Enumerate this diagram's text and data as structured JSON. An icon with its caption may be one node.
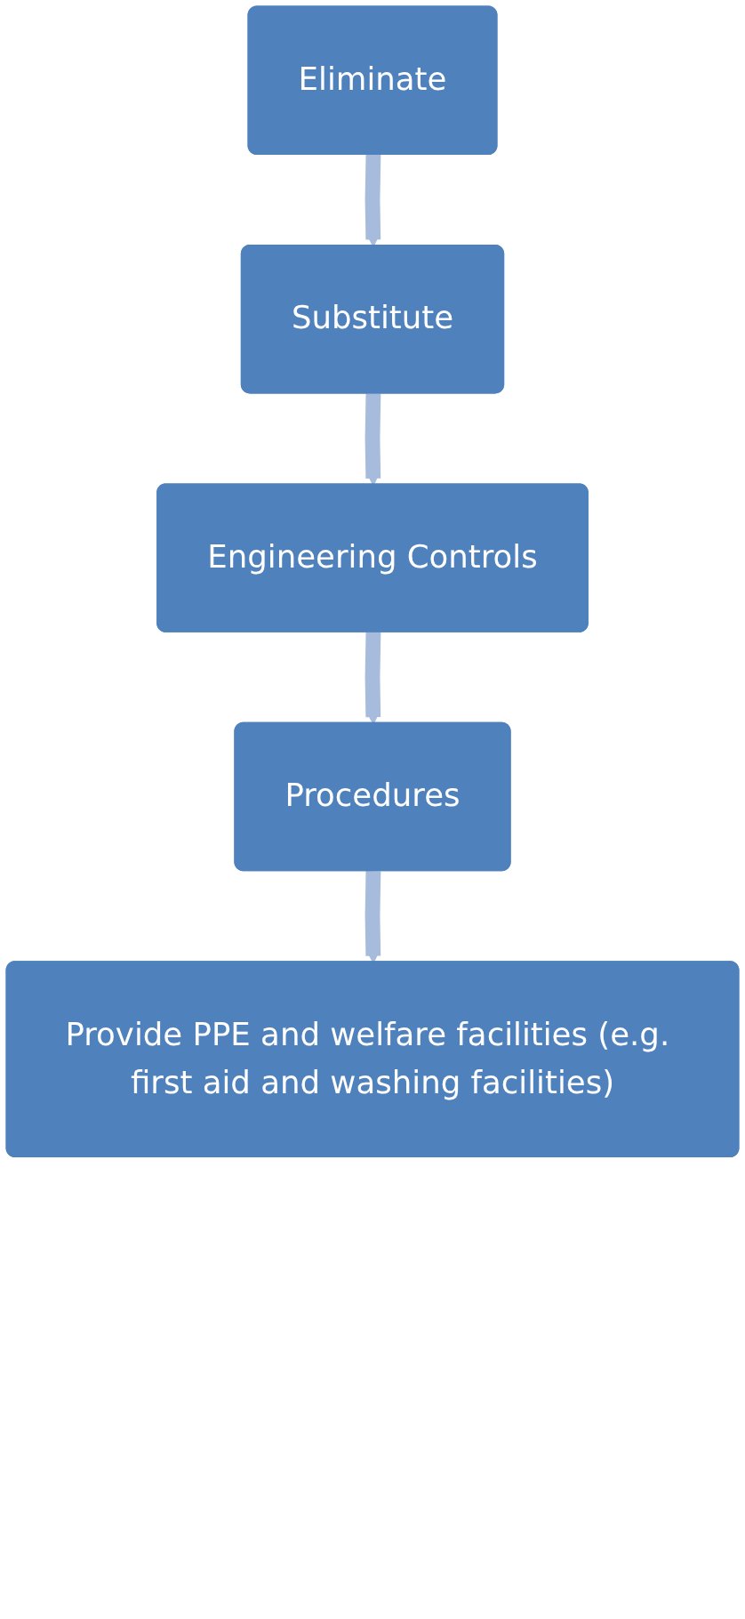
{
  "diagram": {
    "nodes": [
      {
        "text": [
          "Eliminate"
        ]
      },
      {
        "text": [
          "Substitute"
        ]
      },
      {
        "text": [
          "Engineering Controls"
        ]
      },
      {
        "text": [
          "Procedures"
        ]
      },
      {
        "text": [
          "Provide PPE and welfare facilities (e.g. first aid and washing facilities)"
        ]
      }
    ],
    "edges": [
      {
        "from": 0,
        "to": 1,
        "arrow": "to"
      },
      {
        "from": 1,
        "to": 2,
        "arrow": "to"
      },
      {
        "from": 2,
        "to": 3,
        "arrow": "to"
      },
      {
        "from": 3,
        "to": 4,
        "arrow": "to"
      }
    ]
  }
}
